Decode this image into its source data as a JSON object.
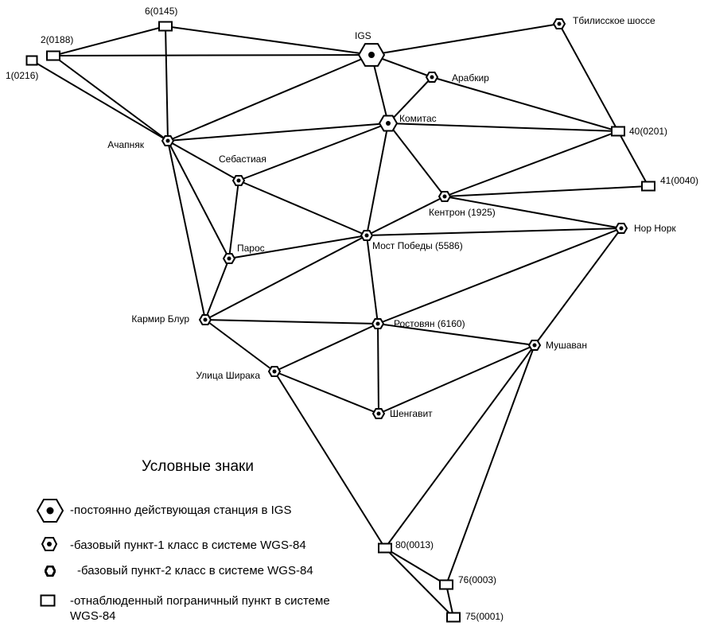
{
  "nodes": {
    "n6_0145": {
      "label": "6(0145)",
      "type": "border"
    },
    "n2_0188": {
      "label": "2(0188)",
      "type": "border"
    },
    "n1_0216": {
      "label": "1(0216)",
      "type": "border"
    },
    "igs": {
      "label": "IGS",
      "type": "igs"
    },
    "tbilisi": {
      "label": "Тбилисское шоссе",
      "type": "class1"
    },
    "arabkir": {
      "label": "Арабкир",
      "type": "class1"
    },
    "komitas": {
      "label": "Комитас",
      "type": "igs_small"
    },
    "n40_0201": {
      "label": "40(0201)",
      "type": "border"
    },
    "achapnyak": {
      "label": "Ачапняк",
      "type": "class1"
    },
    "sebastia": {
      "label": "Себастиая",
      "type": "class1"
    },
    "n41_0040": {
      "label": "41(0040)",
      "type": "border"
    },
    "kentron": {
      "label": "Кентрон (1925)",
      "type": "class1"
    },
    "nornork": {
      "label": "Нор Норк",
      "type": "class1"
    },
    "most": {
      "label": "Мост Победы (5586)",
      "type": "class1"
    },
    "paros": {
      "label": "Парос",
      "type": "class1"
    },
    "karmir": {
      "label": "Кармир Блур",
      "type": "class1"
    },
    "rostov": {
      "label": "Ростовян (6160)",
      "type": "class1"
    },
    "mushavan": {
      "label": "Мушаван",
      "type": "class1"
    },
    "shiraka": {
      "label": "Улица Ширака",
      "type": "class1"
    },
    "shengavit": {
      "label": "Шенгавит",
      "type": "class1"
    },
    "n80_0013": {
      "label": "80(0013)",
      "type": "border"
    },
    "n76_0003": {
      "label": "76(0003)",
      "type": "border"
    },
    "n75_0001": {
      "label": "75(0001)",
      "type": "border"
    }
  },
  "edges": [
    [
      "n2_0188",
      "n6_0145"
    ],
    [
      "n6_0145",
      "igs"
    ],
    [
      "n6_0145",
      "achapnyak"
    ],
    [
      "n2_0188",
      "igs"
    ],
    [
      "n2_0188",
      "achapnyak"
    ],
    [
      "n1_0216",
      "achapnyak"
    ],
    [
      "igs",
      "tbilisi"
    ],
    [
      "igs",
      "arabkir"
    ],
    [
      "igs",
      "achapnyak"
    ],
    [
      "igs",
      "komitas"
    ],
    [
      "tbilisi",
      "n40_0201"
    ],
    [
      "arabkir",
      "n40_0201"
    ],
    [
      "arabkir",
      "komitas"
    ],
    [
      "komitas",
      "achapnyak"
    ],
    [
      "komitas",
      "n40_0201"
    ],
    [
      "komitas",
      "sebastia"
    ],
    [
      "komitas",
      "kentron"
    ],
    [
      "komitas",
      "most"
    ],
    [
      "n40_0201",
      "n41_0040"
    ],
    [
      "n40_0201",
      "kentron"
    ],
    [
      "kentron",
      "n41_0040"
    ],
    [
      "kentron",
      "nornork"
    ],
    [
      "kentron",
      "most"
    ],
    [
      "most",
      "nornork"
    ],
    [
      "achapnyak",
      "sebastia"
    ],
    [
      "achapnyak",
      "paros"
    ],
    [
      "achapnyak",
      "karmir"
    ],
    [
      "sebastia",
      "paros"
    ],
    [
      "sebastia",
      "most"
    ],
    [
      "paros",
      "most"
    ],
    [
      "paros",
      "karmir"
    ],
    [
      "karmir",
      "most"
    ],
    [
      "karmir",
      "rostov"
    ],
    [
      "karmir",
      "shiraka"
    ],
    [
      "most",
      "rostov"
    ],
    [
      "rostov",
      "nornork"
    ],
    [
      "rostov",
      "mushavan"
    ],
    [
      "rostov",
      "shiraka"
    ],
    [
      "rostov",
      "shengavit"
    ],
    [
      "nornork",
      "mushavan"
    ],
    [
      "shiraka",
      "shengavit"
    ],
    [
      "shiraka",
      "n80_0013"
    ],
    [
      "shengavit",
      "mushavan"
    ],
    [
      "mushavan",
      "n80_0013"
    ],
    [
      "mushavan",
      "n76_0003"
    ],
    [
      "n80_0013",
      "n76_0003"
    ],
    [
      "n80_0013",
      "n75_0001"
    ],
    [
      "n76_0003",
      "n75_0001"
    ]
  ],
  "legend": {
    "title": "Условные знаки",
    "igs": "-постоянно действующая станция в IGS",
    "class1": "-базовый пункт-1 класс в системе WGS-84",
    "class2": "-базовый пункт-2 класс в системе WGS-84",
    "border": "-отнаблюденный пограничный пункт в  системе WGS-84"
  }
}
